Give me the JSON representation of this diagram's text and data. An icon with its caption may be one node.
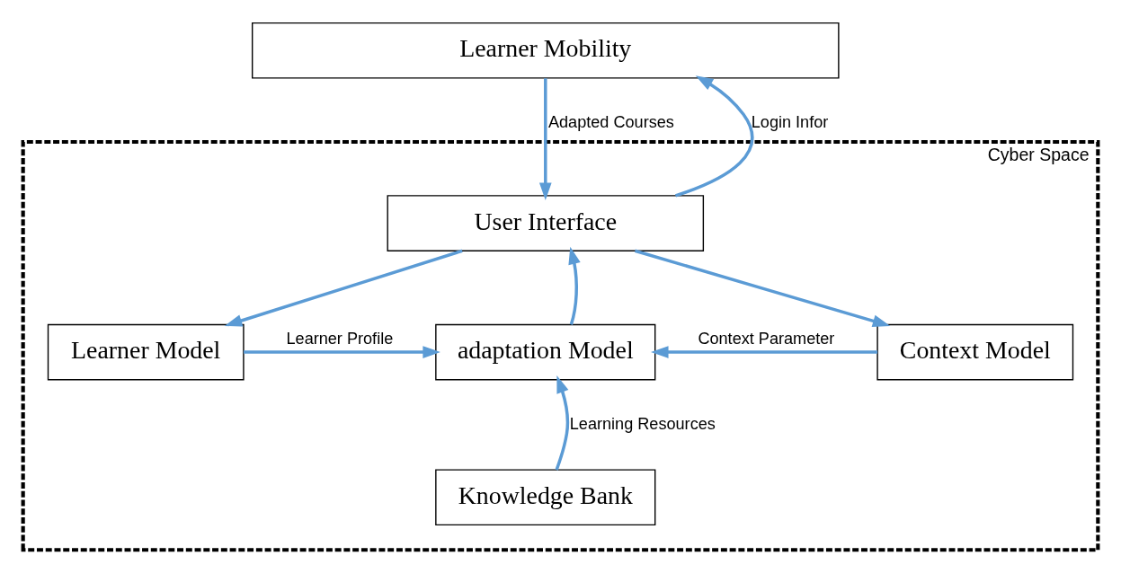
{
  "diagram": {
    "nodes": [
      {
        "text": [
          "Learner Mobility"
        ]
      },
      {
        "text": [
          "Cyber Space"
        ]
      },
      {
        "text": [
          "User Interface"
        ],
        "in": 1
      },
      {
        "text": [
          "Learner Model"
        ],
        "in": 1
      },
      {
        "text": [
          "adaptation Model"
        ],
        "in": 1
      },
      {
        "text": [
          "Context Model"
        ],
        "in": 1
      },
      {
        "text": [
          "Knowledge Bank"
        ],
        "in": 1
      }
    ],
    "edges": [
      {
        "from": 2,
        "to": 0,
        "arrow": "to",
        "label": "Login Infor"
      },
      {
        "from": 0,
        "to": 2,
        "arrow": "to",
        "label": "Adapted Courses"
      },
      {
        "from": 2,
        "to": 3,
        "arrow": "to"
      },
      {
        "from": 2,
        "to": 5,
        "arrow": "to"
      },
      {
        "from": 4,
        "to": 2,
        "arrow": "to"
      },
      {
        "from": 3,
        "to": 4,
        "arrow": "to",
        "label": "Learner Profile"
      },
      {
        "from": 5,
        "to": 4,
        "arrow": "to",
        "label": "Context Parameter"
      },
      {
        "from": 6,
        "to": 4,
        "arrow": "to",
        "label": "Learning Resources"
      }
    ]
  }
}
